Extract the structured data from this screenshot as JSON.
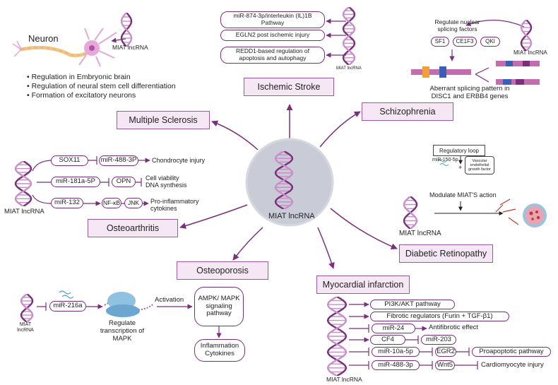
{
  "colors": {
    "arrow": "#7a2f7a",
    "box_fill": "#f6e7f4",
    "box_border": "#9b5a9b",
    "dna_dark": "#7a2f7a",
    "dna_light": "#c98ec9",
    "center_circle": "#c9ccd6"
  },
  "center": {
    "label": "MIAT lncRNA"
  },
  "neuron": {
    "title": "Neuron",
    "lnc_label": "MIAT lncRNA",
    "bullets": [
      "Regulation in Embryonic brain",
      "Regulation of neural stem cell differentiation",
      "Formation of excitatory neurons"
    ]
  },
  "ischemic": {
    "title": "Ischemic Stroke",
    "items": [
      "miR-874-3p/interleukin (IL)1B Pathway",
      "EGLN2 post ischemic injury",
      "REDD1-based regulation of apoptosis and autophagy"
    ],
    "lnc_label": "MIAT lncRNA"
  },
  "schizophrenia": {
    "title": "Schizophrenia",
    "header": "Regulate nuclear splicing factors",
    "factors": [
      "SF1",
      "CE1F3",
      "QKI"
    ],
    "lnc_label": "MIAT lncRNA",
    "caption": "Aberrant splicing pattern in DISC1 and ERBB4 genes"
  },
  "ms": {
    "title": "Multiple Sclerosis"
  },
  "osteoarthritis": {
    "title": "Osteoarthritis",
    "lnc_label": "MIAT lncRNA",
    "row1": {
      "a": "SOX11",
      "b": "miR-488-3P",
      "effect": "Chondrocyte injury"
    },
    "row2": {
      "a": "miR-181a-5P",
      "b": "OPN",
      "effect": "Cell viability DNA synthesis"
    },
    "row3": {
      "a": "miR-132",
      "b": "NF-κB",
      "c": "JNK",
      "effect": "Pro-inflammatory cytokines"
    }
  },
  "retinopathy": {
    "title": "Diabetic Retinopathy",
    "loop_title": "Regulatory loop",
    "mir": "miR-150-5p",
    "vegf": "Vascular endothelial growth factor",
    "modulate": "Modulate MIAT'S action",
    "lnc_label": "MIAT lncRNA"
  },
  "osteoporosis": {
    "title": "Osteoporosis",
    "lnc_label": "MIAT lncRNA",
    "mir": "miR-216a",
    "regulate": "Regulate transcription of MAPK",
    "activation": "Activation",
    "pathway": "AMPK/ MAPK signaling pathway",
    "outcome": "Inflammation Cytokines"
  },
  "mi": {
    "title": "Myocardial infarction",
    "lnc_label": "MIAT lncRNA",
    "items": {
      "pi3k": "PI3K/AKT pathway",
      "fib": "Fibrotic regulators (Furin + TGF-β1)",
      "mir24": "miR-24",
      "antifib": "Antifibrotic effect",
      "cf4": "CF4",
      "mir203": "miR-203",
      "mir10a": "miR-10a-5p",
      "egr2": "EGR2",
      "proapo": "Proapoptotic pathway",
      "mir488": "miR-488-3p",
      "wnt5": "Wnt5",
      "cardio": "Cardiomyocyte injury"
    }
  }
}
